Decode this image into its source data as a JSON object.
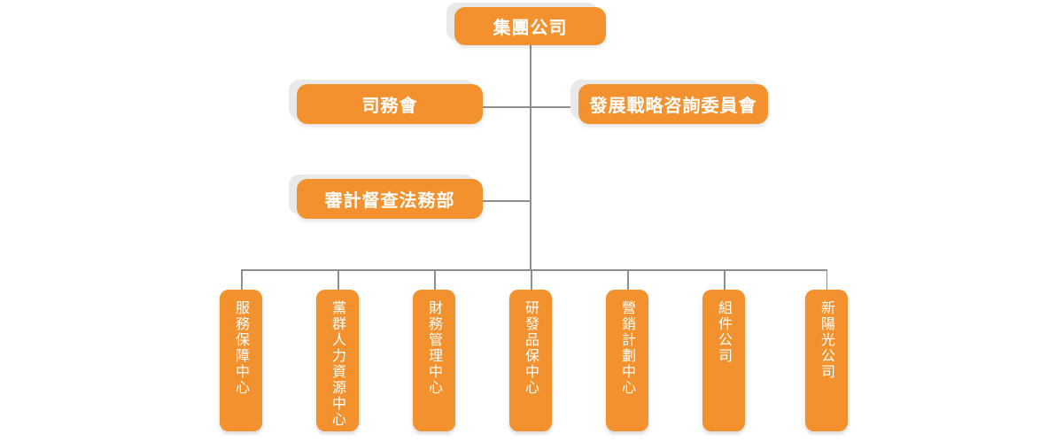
{
  "org_chart": {
    "root": {
      "label": "集團公司"
    },
    "level2": [
      {
        "label": "司務會"
      },
      {
        "label": "發展戰略咨詢委員會"
      }
    ],
    "level3": [
      {
        "label": "審計督查法務部"
      }
    ],
    "departments": [
      {
        "label": "服務保障中心"
      },
      {
        "label": "黨群人力資源中心"
      },
      {
        "label": "財務管理中心"
      },
      {
        "label": "研發品保中心"
      },
      {
        "label": "營銷計劃中心"
      },
      {
        "label": "組件公司"
      },
      {
        "label": "新陽光公司"
      }
    ],
    "colors": {
      "node_fill": "#F2912E",
      "node_text": "#FFFFFF",
      "backing_card": "#E9E9E9",
      "connector": "#8F8F8F"
    }
  }
}
